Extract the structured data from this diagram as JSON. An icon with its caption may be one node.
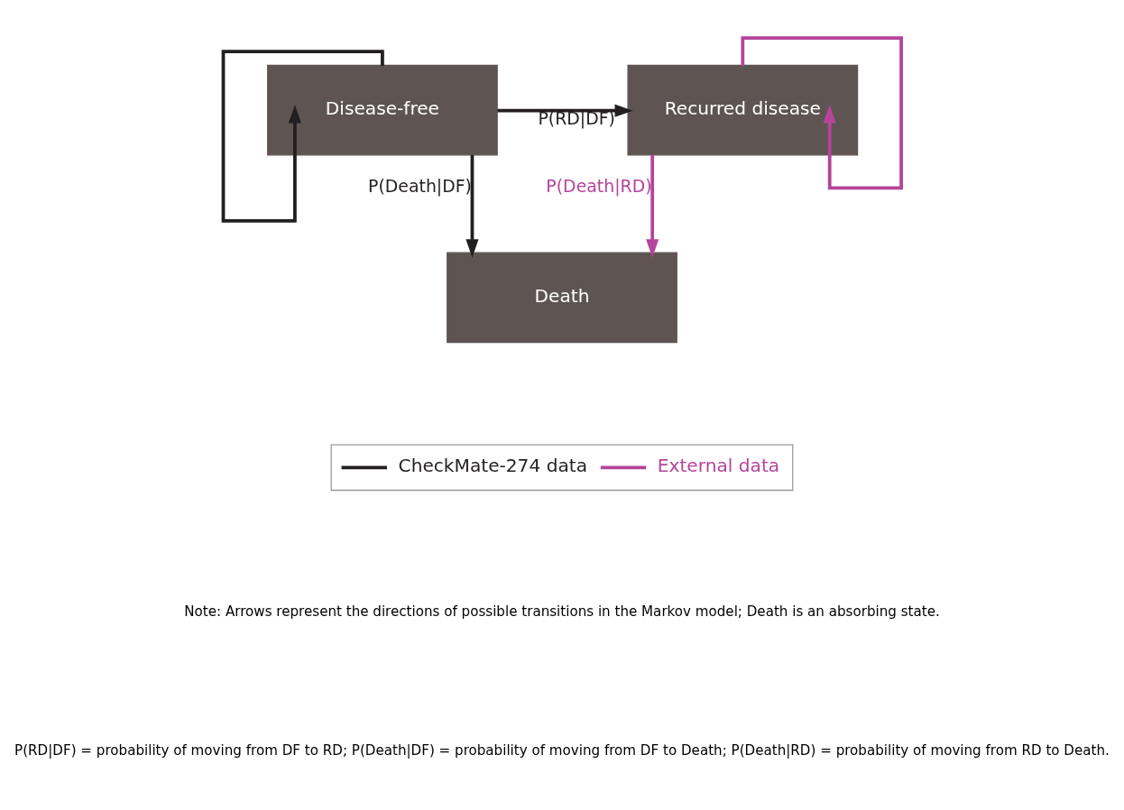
{
  "diagram": {
    "nodes": [
      {
        "text": [
          "Disease-free"
        ]
      },
      {
        "text": [
          "Recurred disease"
        ]
      },
      {
        "text": [
          "Death"
        ]
      }
    ],
    "edges": [
      {
        "from": 0,
        "to": 0,
        "arrow": "to"
      },
      {
        "from": 1,
        "to": 1,
        "arrow": "to",
        "color": "#b5449b"
      },
      {
        "from": 0,
        "to": 1,
        "arrow": "to",
        "label": "P(RD|DF)"
      },
      {
        "from": 0,
        "to": 2,
        "arrow": "to",
        "label": "P(Death|DF)"
      },
      {
        "from": 1,
        "to": 2,
        "arrow": "to",
        "label": "P(Death|RD)",
        "color": "#b5449b"
      }
    ],
    "labels": [
      "Note: Arrows represent the directions of possible transitions in the Markov model; Death is an absorbing state.",
      "P(RD|DF) = probability of moving from DF to RD; P(Death|DF) = probability of moving from DF to Death; P(Death|RD) = probability of moving from RD to Death."
    ],
    "legend": [
      {
        "text": "CheckMate-274 data"
      },
      {
        "text": "External data"
      }
    ]
  }
}
